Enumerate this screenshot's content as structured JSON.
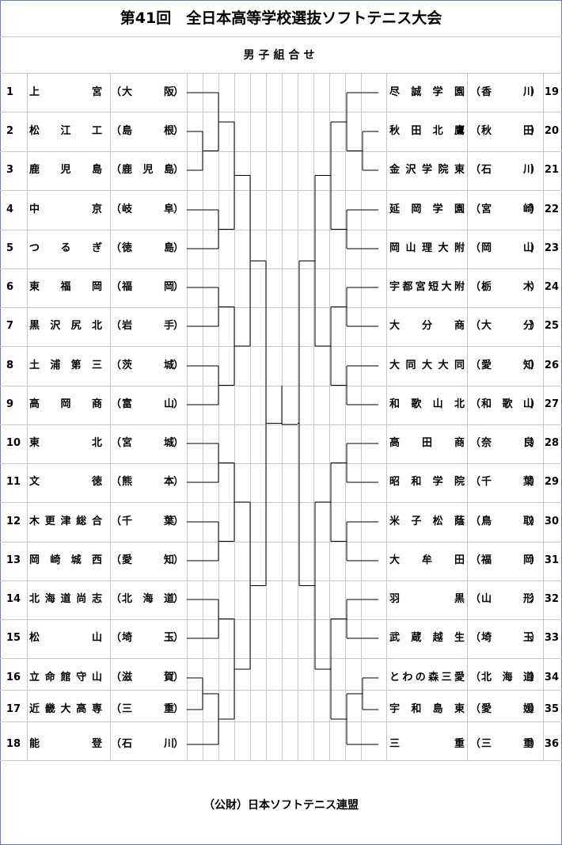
{
  "title": "第41回　全日本高等学校選抜ソフトテニス大会",
  "subtitle": "男子組合せ",
  "footer": "（公財）日本ソフトテニス連盟",
  "left_entries": [
    {
      "no": "1",
      "school": "上宮",
      "pref": "大阪"
    },
    {
      "no": "2",
      "school": "松江工",
      "pref": "島根"
    },
    {
      "no": "3",
      "school": "鹿児島",
      "pref": "鹿児島"
    },
    {
      "no": "4",
      "school": "中京",
      "pref": "岐阜"
    },
    {
      "no": "5",
      "school": "つるぎ",
      "pref": "徳島"
    },
    {
      "no": "6",
      "school": "東福岡",
      "pref": "福岡"
    },
    {
      "no": "7",
      "school": "黒沢尻北",
      "pref": "岩手"
    },
    {
      "no": "8",
      "school": "土浦第三",
      "pref": "茨城"
    },
    {
      "no": "9",
      "school": "高岡商",
      "pref": "富山"
    },
    {
      "no": "10",
      "school": "東北",
      "pref": "宮城"
    },
    {
      "no": "11",
      "school": "文徳",
      "pref": "熊本"
    },
    {
      "no": "12",
      "school": "木更津総合",
      "pref": "千葉"
    },
    {
      "no": "13",
      "school": "岡崎城西",
      "pref": "愛知"
    },
    {
      "no": "14",
      "school": "北海道尚志",
      "pref": "北海道"
    },
    {
      "no": "15",
      "school": "松山",
      "pref": "埼玉"
    },
    {
      "no": "16",
      "school": "立命館守山",
      "pref": "滋賀"
    },
    {
      "no": "17",
      "school": "近畿大高専",
      "pref": "三重"
    },
    {
      "no": "18",
      "school": "能登",
      "pref": "石川"
    }
  ],
  "right_entries": [
    {
      "no": "19",
      "school": "尽誠学園",
      "pref": "香川"
    },
    {
      "no": "20",
      "school": "秋田北鷹",
      "pref": "秋田"
    },
    {
      "no": "21",
      "school": "金沢学院東",
      "pref": "石川"
    },
    {
      "no": "22",
      "school": "延岡学園",
      "pref": "宮崎"
    },
    {
      "no": "23",
      "school": "岡山理大附",
      "pref": "岡山"
    },
    {
      "no": "24",
      "school": "宇都宮短大附",
      "pref": "栃木"
    },
    {
      "no": "25",
      "school": "大分商",
      "pref": "大分"
    },
    {
      "no": "26",
      "school": "大同大大同",
      "pref": "愛知"
    },
    {
      "no": "27",
      "school": "和歌山北",
      "pref": "和歌山"
    },
    {
      "no": "28",
      "school": "高田商",
      "pref": "奈良"
    },
    {
      "no": "29",
      "school": "昭和学院",
      "pref": "千葉"
    },
    {
      "no": "30",
      "school": "米子松蔭",
      "pref": "鳥取"
    },
    {
      "no": "31",
      "school": "大牟田",
      "pref": "福岡"
    },
    {
      "no": "32",
      "school": "羽黒",
      "pref": "山形"
    },
    {
      "no": "33",
      "school": "武蔵越生",
      "pref": "埼玉"
    },
    {
      "no": "34",
      "school": "とわの森三愛",
      "pref": "北海道"
    },
    {
      "no": "35",
      "school": "宇和島東",
      "pref": "愛媛"
    },
    {
      "no": "36",
      "school": "三重",
      "pref": "三重"
    }
  ]
}
